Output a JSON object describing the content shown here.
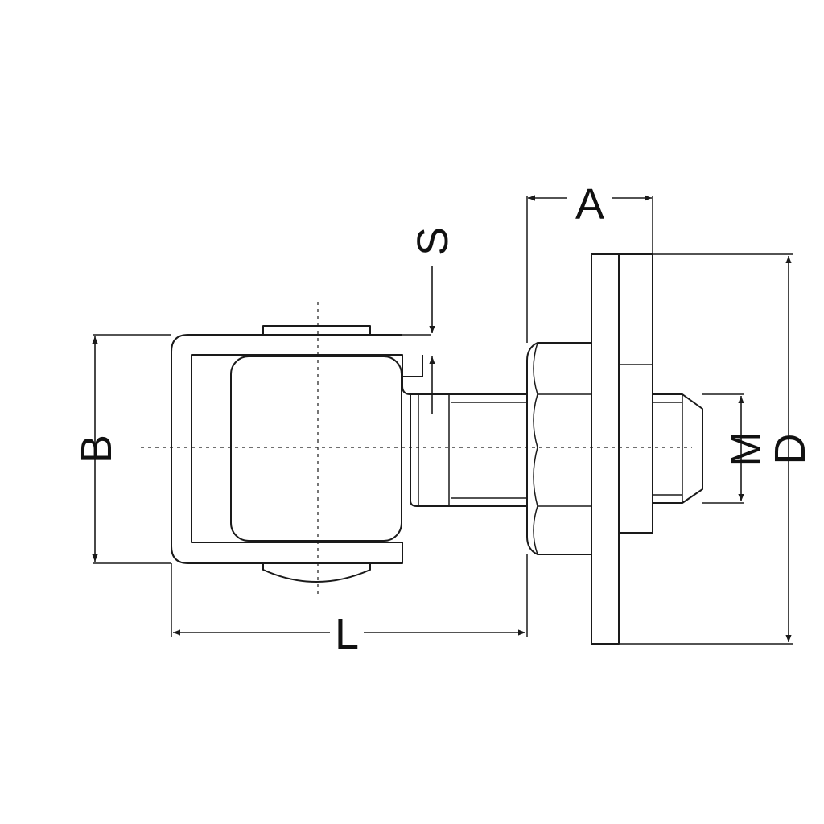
{
  "diagram": {
    "labels": {
      "A": "A",
      "S": "S",
      "B": "B",
      "M": "M",
      "D": "D",
      "L": "L"
    }
  }
}
